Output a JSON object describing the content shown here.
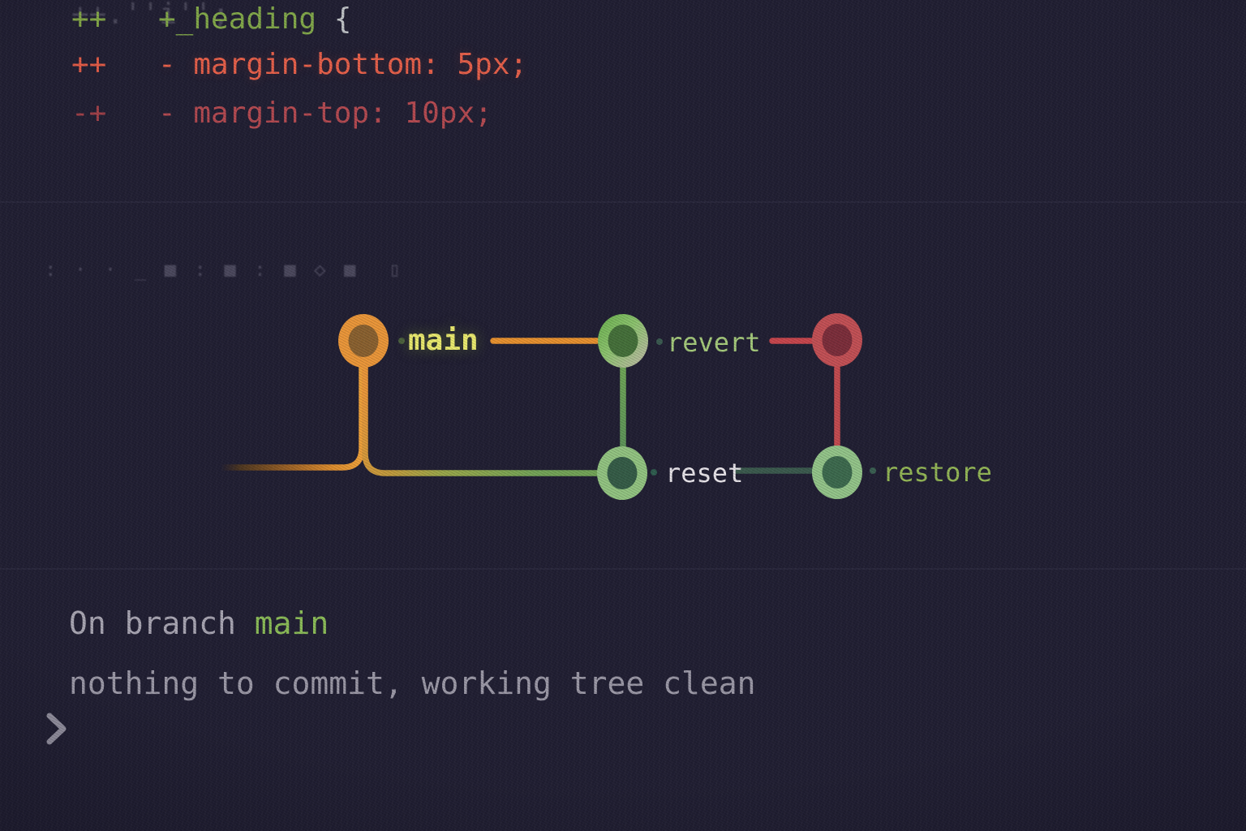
{
  "diff_panel": {
    "faded_line": "++.''i'';",
    "lines": [
      {
        "marker": "++",
        "code": "+_heading ",
        "brace": "{"
      },
      {
        "marker": "++",
        "code": "- margin-bottom: 5px;",
        "brace": ""
      },
      {
        "marker": "-+",
        "code": "- margin-top: 10px;",
        "brace": ""
      }
    ],
    "colors": {
      "added_green": "#82a84a",
      "removed_red": "#e7604a",
      "removed_dark_red": "#b44a51",
      "brace_gray": "#bfc2c6"
    }
  },
  "faded_glyph_row": ": · · _ ■ : ■ : ■ ◇ ■  ▯",
  "graph": {
    "labels": {
      "main": "main",
      "revert": "revert",
      "reset": "reset",
      "restore": "restore"
    },
    "label_colors": {
      "main": "#eaea6e",
      "revert": "#a6cb7c",
      "reset": "#e9e5eb",
      "restore": "#93b656"
    },
    "node_colors": {
      "main_ring": "#ea9639",
      "main_core": "#8a6130",
      "revert_core": "#45703a",
      "head_ring": "#c25055",
      "head_core": "#7c2e3b",
      "reset_ring": "#92c381",
      "reset_core": "#355c47",
      "restore_ring": "#93c489",
      "restore_core": "#3d6a4e"
    },
    "edge_colors": {
      "main_to_revert": "#e8912f",
      "revert_to_head": "#c8464d",
      "head_to_restore": "#c34b50",
      "reset_to_restore": "#3b5a4e"
    },
    "dot_colors": {
      "main": "#4a5f3e",
      "revert": "#3a5a50",
      "reset": "#2f5d4f",
      "restore": "#3a5f52"
    }
  },
  "terminal": {
    "line1_prefix": "On branch ",
    "line1_branch": "main",
    "line2": "nothing to commit, working tree clean",
    "prompt": "❯"
  }
}
